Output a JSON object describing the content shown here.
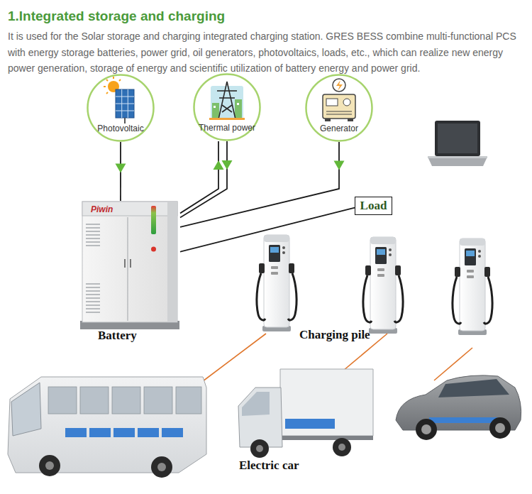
{
  "diagram": {
    "title": "1.Integrated storage and charging",
    "caption": "It is used for the Solar storage and charging integrated charging station. GRES BESS combine multi-functional PCS with energy storage batteries, power grid, oil generators, photovoltaics, loads, etc., which can realize new energy power generation, storage of energy and scientific utilization of battery energy and power grid.",
    "nodes": [
      {
        "text": [
          "Photovoltaic"
        ]
      },
      {
        "text": [
          "Thermal power"
        ]
      },
      {
        "text": [
          "Generator"
        ]
      },
      {
        "text": [
          "Battery"
        ]
      },
      {
        "text": [
          "Load"
        ]
      }
    ],
    "edges": [
      {
        "from": 0,
        "to": 3,
        "arrow": "to"
      },
      {
        "from": 1,
        "to": 3,
        "arrow": "both"
      },
      {
        "from": 2,
        "to": 3,
        "arrow": "to"
      },
      {
        "from": 3,
        "to": 4,
        "arrow": "none"
      }
    ],
    "labels": [
      "Piwin",
      "Charging pile",
      "Electric car"
    ]
  }
}
